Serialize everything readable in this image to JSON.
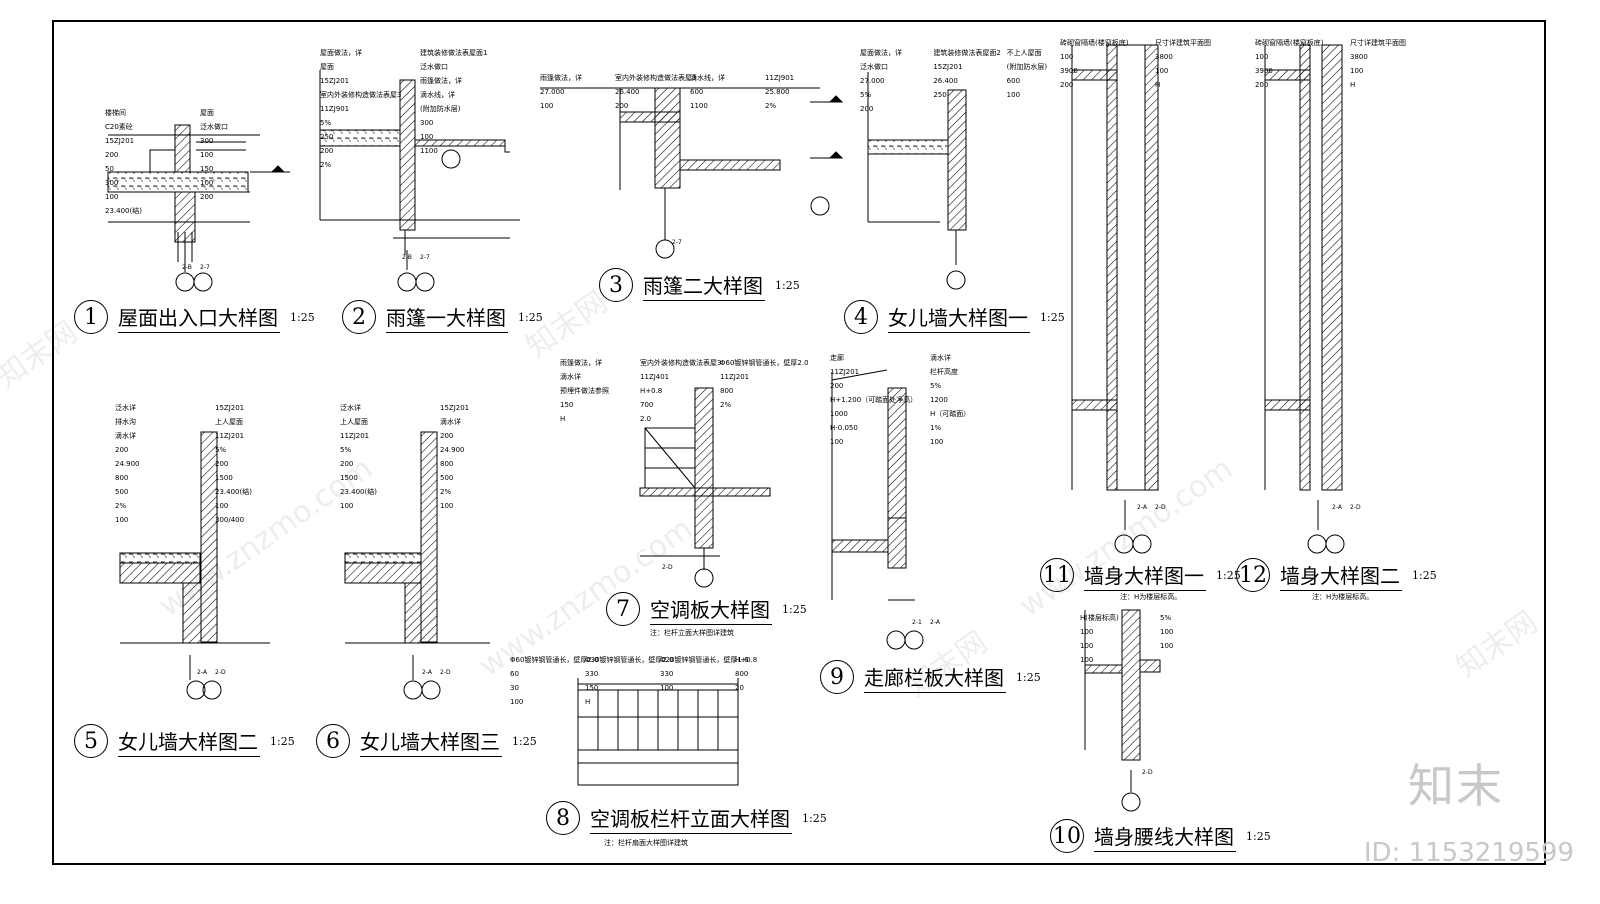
{
  "titles": [
    {
      "num": "1",
      "name": "屋面出入口大样图",
      "scale": "1:25"
    },
    {
      "num": "2",
      "name": "雨篷一大样图",
      "scale": "1:25"
    },
    {
      "num": "3",
      "name": "雨篷二大样图",
      "scale": "1:25"
    },
    {
      "num": "4",
      "name": "女儿墙大样图一",
      "scale": "1:25"
    },
    {
      "num": "5",
      "name": "女儿墙大样图二",
      "scale": "1:25"
    },
    {
      "num": "6",
      "name": "女儿墙大样图三",
      "scale": "1:25"
    },
    {
      "num": "7",
      "name": "空调板大样图",
      "scale": "1:25"
    },
    {
      "num": "8",
      "name": "空调板栏杆立面大样图",
      "scale": "1:25"
    },
    {
      "num": "9",
      "name": "走廊栏板大样图",
      "scale": "1:25"
    },
    {
      "num": "10",
      "name": "墙身腰线大样图",
      "scale": "1:25"
    },
    {
      "num": "11",
      "name": "墙身大样图一",
      "scale": "1:25"
    },
    {
      "num": "12",
      "name": "墙身大样图二",
      "scale": "1:25"
    }
  ],
  "notes": {
    "d7": "注：栏杆立面大样图详建筑",
    "d8": "注：栏杆扇面大样图详建筑",
    "d11": "注：H为楼层标高。",
    "d12": "注：H为楼层标高。"
  },
  "annotations": {
    "d1": {
      "dims": [
        "300",
        "200",
        "100",
        "50",
        "150",
        "300",
        "100",
        "100",
        "200"
      ],
      "elev": "23.400(结)",
      "labels": [
        "楼梯间",
        "屋面",
        "C20素砼",
        "泛水做口",
        "15ZJ201"
      ],
      "axes": [
        "2-B",
        "2-7"
      ]
    },
    "d2": {
      "dims": [
        "5%",
        "300",
        "250",
        "100",
        "200",
        "1100",
        "2%"
      ],
      "labels": [
        "屋面做法，详",
        "建筑装修做法表屋面1",
        "屋面",
        "泛水做口",
        "15ZJ201",
        "雨篷做法，详",
        "室内外装修构造做法表屋3",
        "滴水线，详",
        "11ZJ901",
        "(附加防水层)"
      ],
      "axes": [
        "2-B",
        "2-7"
      ]
    },
    "d3": {
      "dims": [
        "27.000",
        "26.400",
        "600",
        "25.800",
        "100",
        "200",
        "1100",
        "2%"
      ],
      "labels": [
        "雨篷做法，详",
        "室内外装修构造做法表屋3",
        "滴水线，详",
        "11ZJ901"
      ],
      "axes": [
        "2-7"
      ]
    },
    "d4": {
      "dims": [
        "27.000",
        "26.400",
        "600",
        "5%",
        "250",
        "100",
        "200"
      ],
      "labels": [
        "屋面做法，详",
        "建筑装修做法表屋面2",
        "不上人屋面",
        "泛水做口",
        "15ZJ201",
        "(附加防水层)"
      ]
    },
    "d5": {
      "dims": [
        "200",
        "5%",
        "24.900",
        "200",
        "800",
        "1500",
        "500",
        "23.400(结)",
        "2%",
        "100",
        "100",
        "300/400"
      ],
      "labels": [
        "泛水详",
        "15ZJ201",
        "排水沟",
        "上人屋面",
        "滴水详",
        "11ZJ201"
      ],
      "axes": [
        "2-A",
        "2-D"
      ]
    },
    "d6": {
      "dims": [
        "200",
        "5%",
        "24.900",
        "200",
        "800",
        "1500",
        "500",
        "23.400(结)",
        "2%",
        "100",
        "100"
      ],
      "labels": [
        "泛水详",
        "15ZJ201",
        "上人屋面",
        "滴水详",
        "11ZJ201"
      ],
      "axes": [
        "2-A",
        "2-D"
      ]
    },
    "d7": {
      "dims": [
        "H+0.8",
        "800",
        "150",
        "700",
        "2%",
        "H",
        "2.0"
      ],
      "labels": [
        "雨篷做法，详",
        "室内外装修构造做法表屋3",
        "Φ60镀锌钢管通长，壁厚2.0",
        "滴水详",
        "11ZJ401",
        "11ZJ201",
        "预埋件做法参照"
      ],
      "axes": [
        "2-D"
      ]
    },
    "d8": {
      "dims": [
        "H+0.8",
        "60",
        "330",
        "330",
        "800",
        "30",
        "150",
        "100",
        "20",
        "100",
        "H"
      ],
      "labels": [
        "Φ60镀锌钢管通长，壁厚2.0",
        "Φ30镀锌钢管通长，壁厚2.0",
        "Φ20镀锌钢管通长，壁厚1.6"
      ]
    },
    "d9": {
      "dims": [
        "200",
        "5%",
        "H+1.200（可踏面处净高）",
        "1200",
        "1000",
        "H（可踏面）",
        "H-0.050",
        "1%",
        "100",
        "100"
      ],
      "labels": [
        "走廊",
        "滴水详",
        "11ZJ201",
        "栏杆高度"
      ],
      "axes": [
        "2-1",
        "2-A"
      ]
    },
    "d10": {
      "dims": [
        "5%",
        "100",
        "100",
        "100",
        "100",
        "100"
      ],
      "labels": [
        "H(楼层标高)"
      ],
      "axes": [
        "2-D"
      ]
    },
    "d11": {
      "dims": [
        "100",
        "3800",
        "3900",
        "100",
        "200",
        "H"
      ],
      "labels": [
        "砖砌窗隔墙(楼窗板底)",
        "尺寸详建筑平面图"
      ],
      "axes": [
        "2-A",
        "2-D"
      ]
    },
    "d12": {
      "dims": [
        "100",
        "3800",
        "3900",
        "100",
        "200",
        "H"
      ],
      "labels": [
        "砖砌窗隔墙(楼窗板底)",
        "尺寸详建筑平面图"
      ],
      "axes": [
        "2-A",
        "2-D"
      ]
    }
  },
  "watermark": {
    "brand": "知末",
    "id": "ID: 1153219599",
    "site": "www.znzmo.com",
    "site_cn": "知末网"
  }
}
